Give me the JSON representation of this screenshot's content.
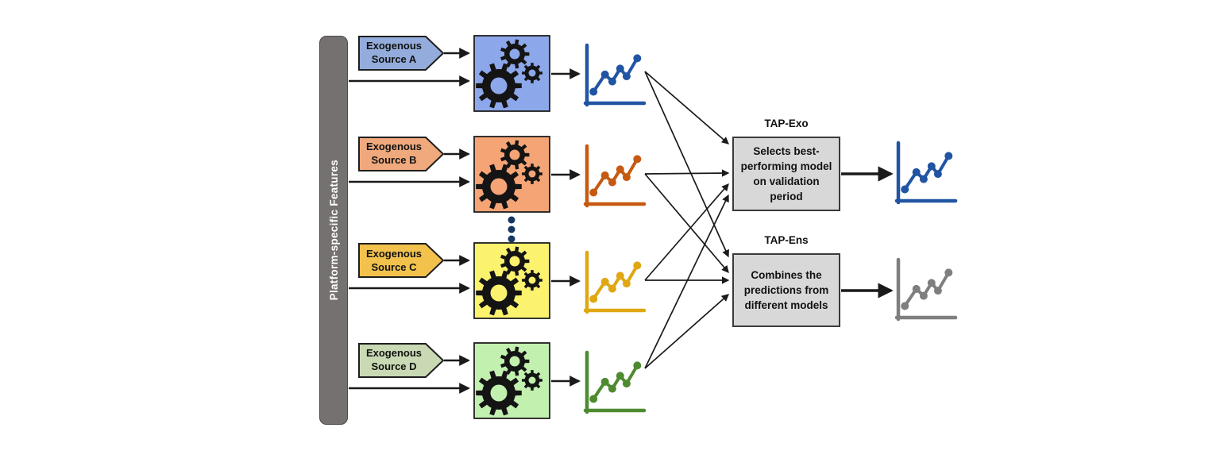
{
  "bar": {
    "label": "Platform-specific Features",
    "fill": "#767171",
    "text_color": "#ffffff"
  },
  "sources": [
    {
      "id": "a",
      "label": "Exogenous Source A",
      "tag_fill": "#93ACDB",
      "box_fill": "#8CA7EA",
      "chart_color": "#2155A4"
    },
    {
      "id": "b",
      "label": "Exogenous Source B",
      "tag_fill": "#EFA97C",
      "box_fill": "#F4A475",
      "chart_color": "#C55A11"
    },
    {
      "id": "c",
      "label": "Exogenous Source C",
      "tag_fill": "#F2C24D",
      "box_fill": "#FBF26E",
      "chart_color": "#DFA712"
    },
    {
      "id": "d",
      "label": "Exogenous Source D",
      "tag_fill": "#C8D9B3",
      "box_fill": "#C2F0AF",
      "chart_color": "#4E8B30"
    }
  ],
  "aggregators": [
    {
      "id": "tap-exo",
      "title": "TAP-Exo",
      "description": "Selects best-performing model on validation period",
      "output_chart_color": "#2155A4"
    },
    {
      "id": "tap-ens",
      "title": "TAP-Ens",
      "description": "Combines the predictions from different models",
      "output_chart_color": "#7F7F7F"
    }
  ],
  "tap_box_fill": "#D8D8D8",
  "arrow_color": "#1a1a1a",
  "ellipsis_color": "#17375E",
  "icons": {
    "processor": "gears-icon",
    "forecast": "line-chart-icon"
  },
  "chart_data": {
    "type": "line",
    "description": "stylized forecast trend shown in every mini chart",
    "x_norm": [
      0.02,
      0.27,
      0.43,
      0.6,
      0.74,
      0.97
    ],
    "y_norm": [
      0.12,
      0.52,
      0.36,
      0.66,
      0.48,
      0.9
    ]
  },
  "connections": [
    [
      "platform-features",
      "model-a"
    ],
    [
      "platform-features",
      "model-b"
    ],
    [
      "platform-features",
      "model-c"
    ],
    [
      "platform-features",
      "model-d"
    ],
    [
      "source-a",
      "model-a"
    ],
    [
      "source-b",
      "model-b"
    ],
    [
      "source-c",
      "model-c"
    ],
    [
      "source-d",
      "model-d"
    ],
    [
      "model-a",
      "forecast-a"
    ],
    [
      "model-b",
      "forecast-b"
    ],
    [
      "model-c",
      "forecast-c"
    ],
    [
      "model-d",
      "forecast-d"
    ],
    [
      "forecast-a",
      "tap-exo"
    ],
    [
      "forecast-a",
      "tap-ens"
    ],
    [
      "forecast-b",
      "tap-exo"
    ],
    [
      "forecast-b",
      "tap-ens"
    ],
    [
      "forecast-c",
      "tap-exo"
    ],
    [
      "forecast-c",
      "tap-ens"
    ],
    [
      "forecast-d",
      "tap-exo"
    ],
    [
      "forecast-d",
      "tap-ens"
    ],
    [
      "tap-exo",
      "tap-exo-output-chart"
    ],
    [
      "tap-ens",
      "tap-ens-output-chart"
    ]
  ]
}
